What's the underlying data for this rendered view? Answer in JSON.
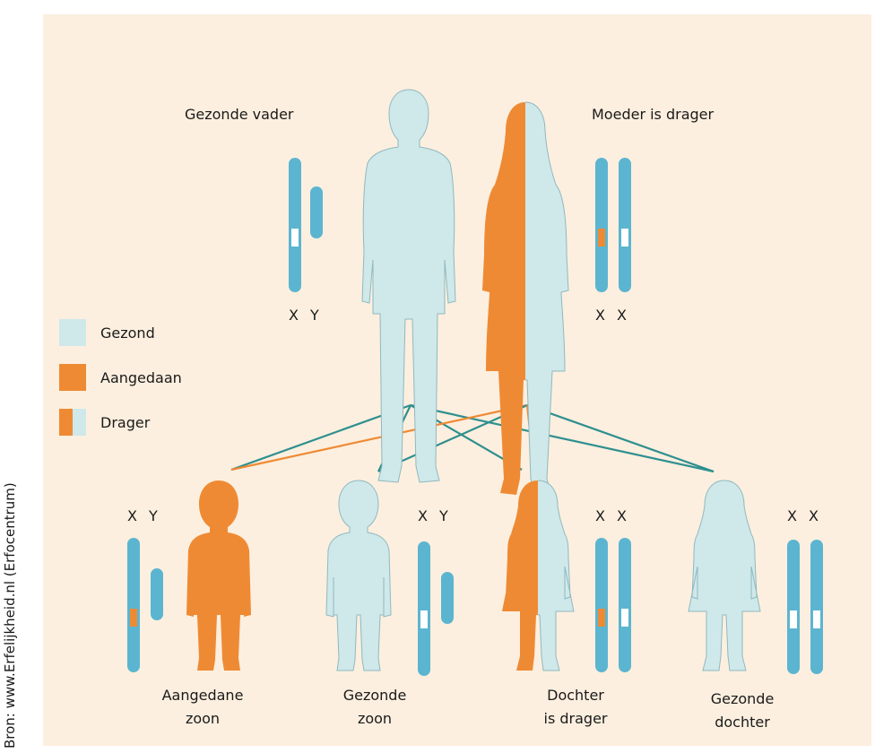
{
  "source": "Bron: www.Erfelijkheid.nl (Erfocentrum)",
  "colors": {
    "background": "#fcefdf",
    "healthy": "#cfe8ea",
    "affected": "#ef8a34",
    "chromosome": "#5bb5d0",
    "line_teal": "#2e8f8f",
    "line_orange": "#ef8a34"
  },
  "parents": {
    "father": {
      "label": "Gezonde vader",
      "chromosomes": "X Y"
    },
    "mother": {
      "label": "Moeder is drager",
      "chromosomes": "X X"
    }
  },
  "legend": [
    {
      "label": "Gezond",
      "status": "healthy"
    },
    {
      "label": "Aangedaan",
      "status": "affected"
    },
    {
      "label": "Drager",
      "status": "carrier"
    }
  ],
  "children": [
    {
      "line1": "Aangedane",
      "line2": "zoon",
      "chromosomes": "X Y",
      "status": "affected"
    },
    {
      "line1": "Gezonde",
      "line2": "zoon",
      "chromosomes": "X Y",
      "status": "healthy"
    },
    {
      "line1": "Dochter",
      "line2": "is drager",
      "chromosomes": "X X",
      "status": "carrier"
    },
    {
      "line1": "Gezonde",
      "line2": "dochter",
      "chromosomes": "X X",
      "status": "healthy"
    }
  ]
}
